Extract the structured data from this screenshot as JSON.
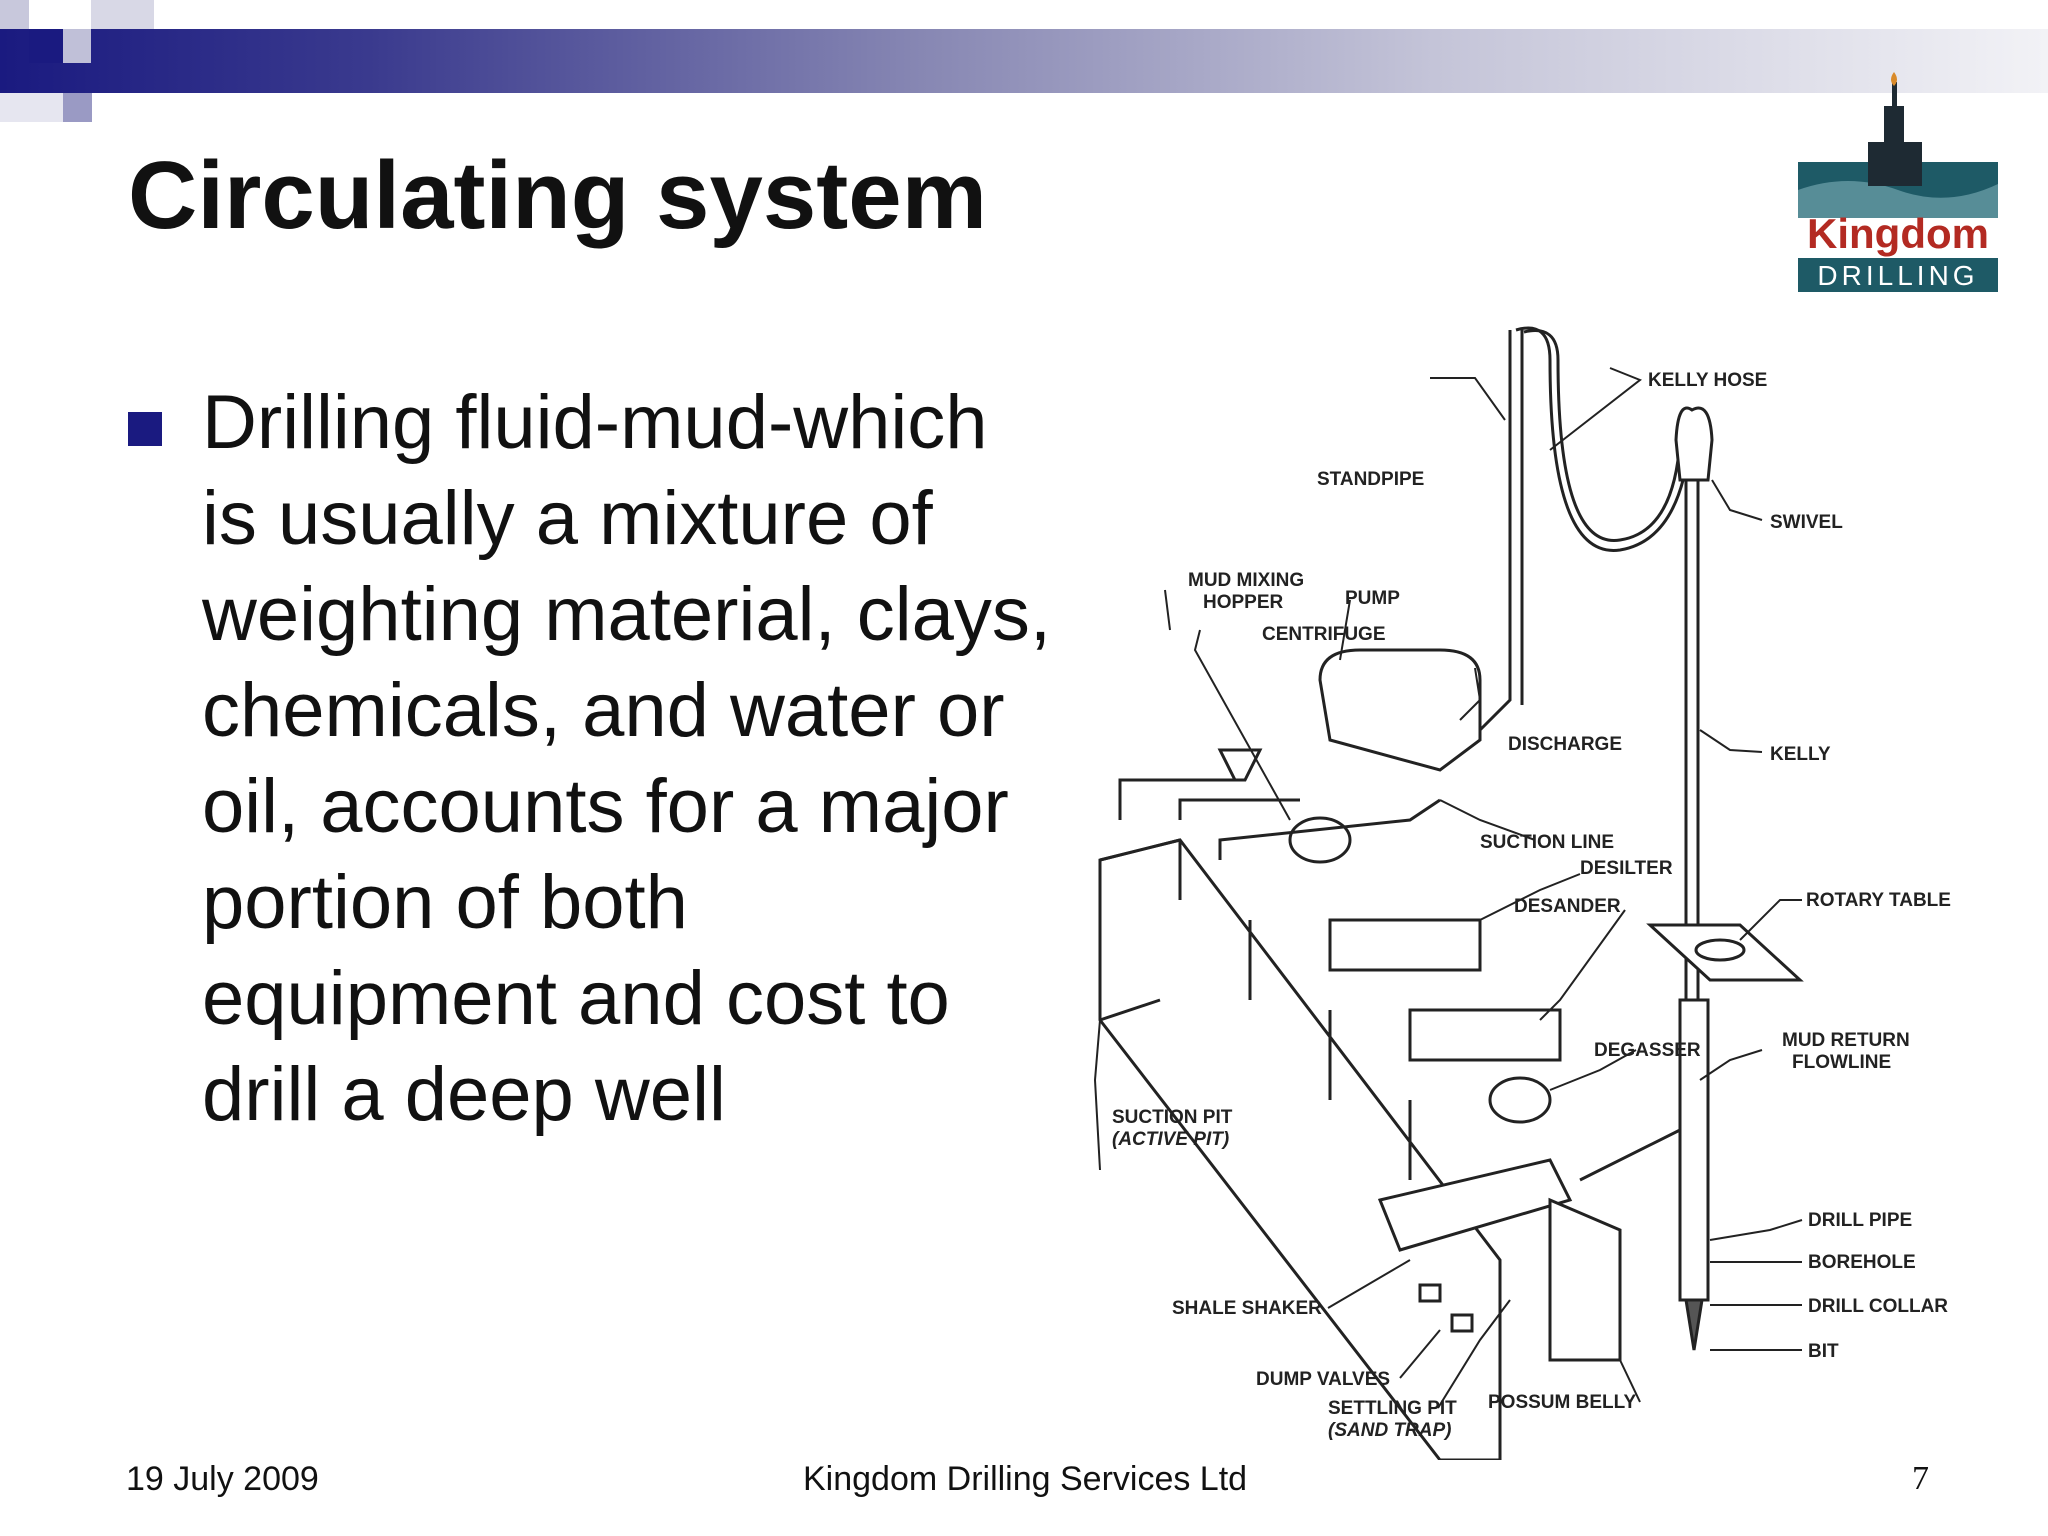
{
  "slide": {
    "title": "Circulating system",
    "bullet_text": "Drilling fluid-mud-which is usually a mixture of weighting material, clays, chemicals, and water or oil, accounts for a major portion of both equipment and cost to drill a deep well"
  },
  "logo": {
    "line1": "Kingdom",
    "line2": "DRILLING"
  },
  "diagram": {
    "labels": {
      "kelly_hose": "KELLY HOSE",
      "standpipe": "STANDPIPE",
      "swivel": "SWIVEL",
      "mud_mixing_1": "MUD MIXING",
      "mud_mixing_2": "HOPPER",
      "pump": "PUMP",
      "centrifuge": "CENTRIFUGE",
      "discharge": "DISCHARGE",
      "kelly": "KELLY",
      "suction_line": "SUCTION LINE",
      "desilter": "DESILTER",
      "desander": "DESANDER",
      "rotary_table": "ROTARY TABLE",
      "degasser": "DEGASSER",
      "mud_return_1": "MUD RETURN",
      "mud_return_2": "FLOWLINE",
      "suction_pit_1": "SUCTION PIT",
      "suction_pit_2": "(ACTIVE PIT)",
      "drill_pipe": "DRILL PIPE",
      "borehole": "BOREHOLE",
      "shale_shaker": "SHALE SHAKER",
      "drill_collar": "DRILL COLLAR",
      "bit": "BIT",
      "dump_valves": "DUMP VALVES",
      "settling_pit_1": "SETTLING PIT",
      "settling_pit_2": "(SAND TRAP)",
      "possum_belly": "POSSUM BELLY"
    }
  },
  "footer": {
    "date": "19 July 2009",
    "company": "Kingdom Drilling Services Ltd",
    "page": "7"
  },
  "colors": {
    "accent": "#1a1a80",
    "logo_red": "#b32a22",
    "logo_teal": "#1e5a66"
  }
}
